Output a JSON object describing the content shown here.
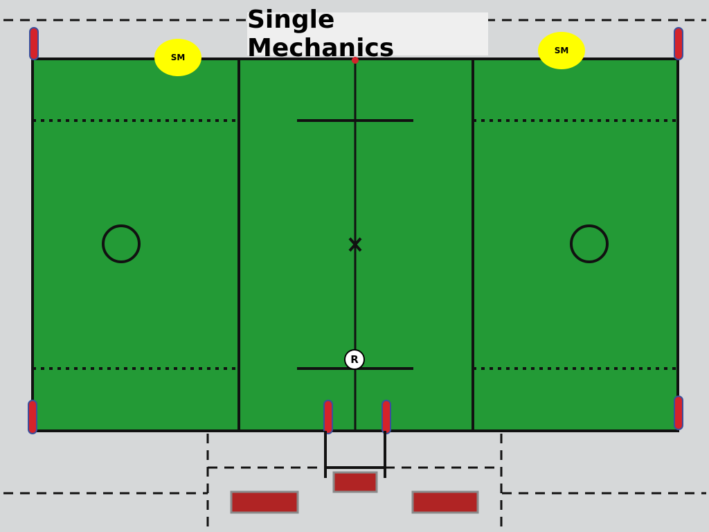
{
  "title": "Single Mechanics",
  "officials": {
    "left_label": "SM",
    "right_label": "SM",
    "referee_label": "R"
  },
  "colors": {
    "field": "#239a36",
    "lines": "#111111",
    "markers": "#ffff00",
    "bench_boxes": "#b02424",
    "flag_posts": "#d4232a",
    "background": "#d6d8d9"
  }
}
